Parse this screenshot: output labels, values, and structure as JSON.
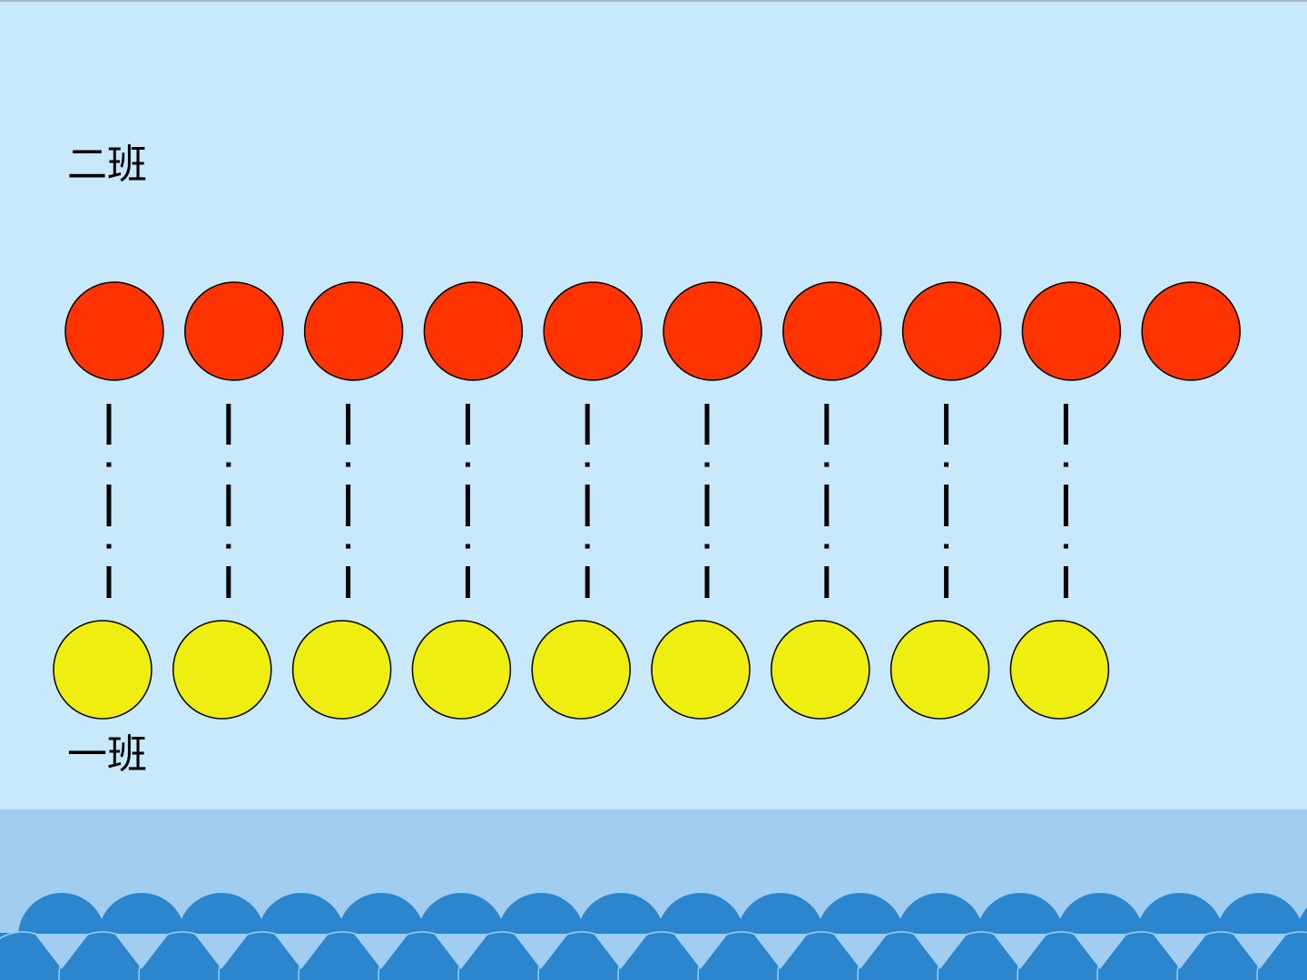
{
  "labels": {
    "top_group": "二班",
    "bottom_group": "一班"
  },
  "groups": {
    "top_count": 10,
    "bottom_count": 9,
    "matched_pairs": 9
  },
  "colors": {
    "background": "#C7E9FB",
    "band": "#A1CDF0",
    "wave": "#2B86CD",
    "top_circle": "#FF3300",
    "bottom_circle": "#EEEE11",
    "outline": "#000000",
    "connector": "#000000"
  }
}
